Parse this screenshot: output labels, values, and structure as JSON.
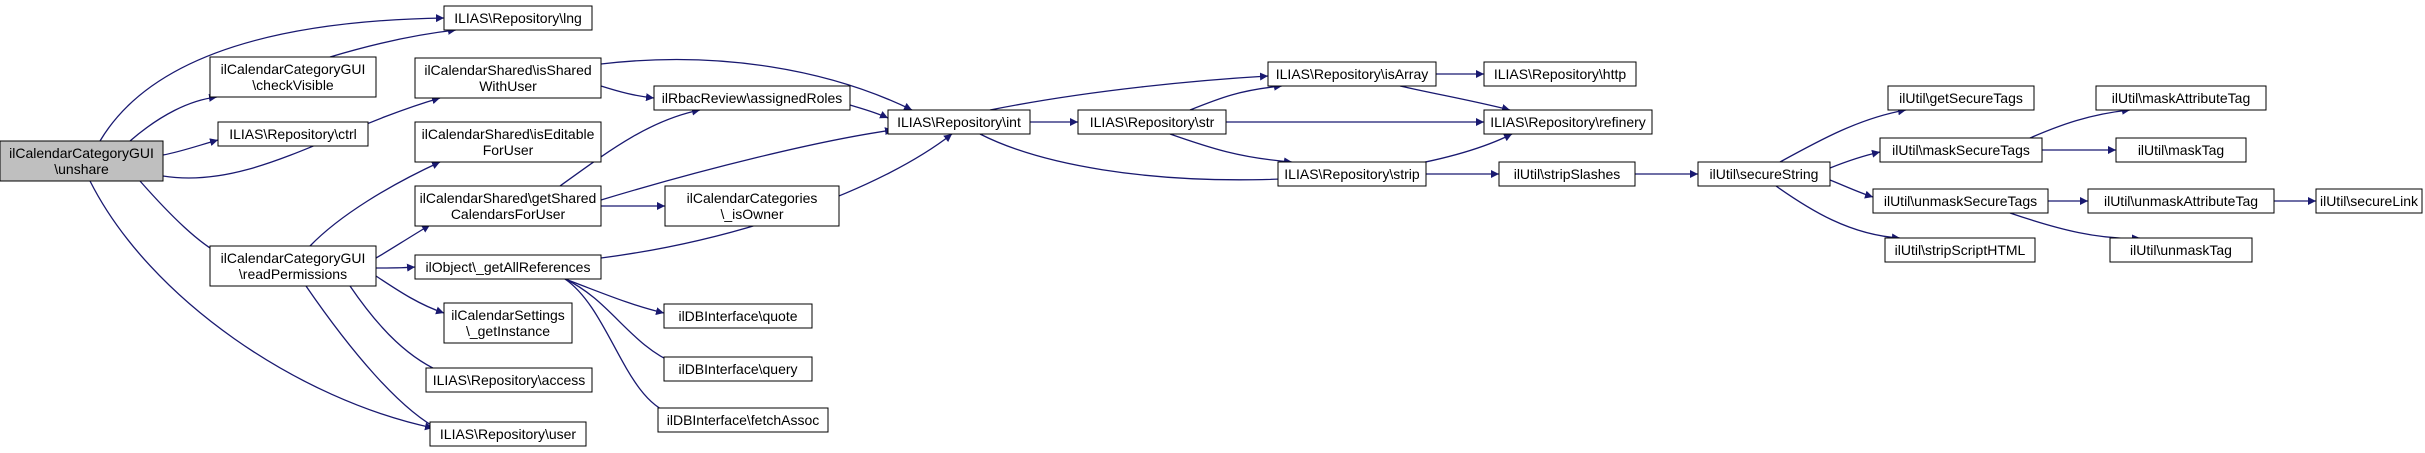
{
  "colors": {
    "edge": "#191970",
    "node_border": "#000000",
    "node_fill": "#ffffff",
    "root_fill": "#bfbfbf"
  },
  "nodes": [
    {
      "id": "unshare",
      "lines": [
        "ilCalendarCategoryGUI",
        "\\unshare"
      ],
      "root": true
    },
    {
      "id": "checkVisible",
      "lines": [
        "ilCalendarCategoryGUI",
        "\\checkVisible"
      ]
    },
    {
      "id": "repo_ctrl",
      "lines": [
        "ILIAS\\Repository\\ctrl"
      ]
    },
    {
      "id": "readPermissions",
      "lines": [
        "ilCalendarCategoryGUI",
        "\\readPermissions"
      ]
    },
    {
      "id": "repo_user",
      "lines": [
        "ILIAS\\Repository\\user"
      ]
    },
    {
      "id": "repo_lng",
      "lines": [
        "ILIAS\\Repository\\lng"
      ]
    },
    {
      "id": "isSharedWithUser",
      "lines": [
        "ilCalendarShared\\isShared",
        "WithUser"
      ]
    },
    {
      "id": "isEditableForUser",
      "lines": [
        "ilCalendarShared\\isEditable",
        "ForUser"
      ]
    },
    {
      "id": "getSharedCalendarsForUser",
      "lines": [
        "ilCalendarShared\\getShared",
        "CalendarsForUser"
      ]
    },
    {
      "id": "getAllReferences",
      "lines": [
        "ilObject\\_getAllReferences"
      ]
    },
    {
      "id": "settingsGetInstance",
      "lines": [
        "ilCalendarSettings",
        "\\_getInstance"
      ]
    },
    {
      "id": "repo_access",
      "lines": [
        "ILIAS\\Repository\\access"
      ]
    },
    {
      "id": "assignedRoles",
      "lines": [
        "ilRbacReview\\assignedRoles"
      ]
    },
    {
      "id": "isOwner",
      "lines": [
        "ilCalendarCategories",
        "\\_isOwner"
      ]
    },
    {
      "id": "dbQuote",
      "lines": [
        "ilDBInterface\\quote"
      ]
    },
    {
      "id": "dbQuery",
      "lines": [
        "ilDBInterface\\query"
      ]
    },
    {
      "id": "dbFetchAssoc",
      "lines": [
        "ilDBInterface\\fetchAssoc"
      ]
    },
    {
      "id": "repo_int",
      "lines": [
        "ILIAS\\Repository\\int"
      ]
    },
    {
      "id": "repo_str",
      "lines": [
        "ILIAS\\Repository\\str"
      ]
    },
    {
      "id": "repo_isArray",
      "lines": [
        "ILIAS\\Repository\\isArray"
      ]
    },
    {
      "id": "repo_strip",
      "lines": [
        "ILIAS\\Repository\\strip"
      ]
    },
    {
      "id": "repo_http",
      "lines": [
        "ILIAS\\Repository\\http"
      ]
    },
    {
      "id": "repo_refinery",
      "lines": [
        "ILIAS\\Repository\\refinery"
      ]
    },
    {
      "id": "stripSlashes",
      "lines": [
        "ilUtil\\stripSlashes"
      ]
    },
    {
      "id": "secureString",
      "lines": [
        "ilUtil\\secureString"
      ]
    },
    {
      "id": "getSecureTags",
      "lines": [
        "ilUtil\\getSecureTags"
      ]
    },
    {
      "id": "maskSecureTags",
      "lines": [
        "ilUtil\\maskSecureTags"
      ]
    },
    {
      "id": "unmaskSecureTags",
      "lines": [
        "ilUtil\\unmaskSecureTags"
      ]
    },
    {
      "id": "stripScriptHTML",
      "lines": [
        "ilUtil\\stripScriptHTML"
      ]
    },
    {
      "id": "maskAttributeTag",
      "lines": [
        "ilUtil\\maskAttributeTag"
      ]
    },
    {
      "id": "maskTag",
      "lines": [
        "ilUtil\\maskTag"
      ]
    },
    {
      "id": "unmaskAttributeTag",
      "lines": [
        "ilUtil\\unmaskAttributeTag"
      ]
    },
    {
      "id": "unmaskTag",
      "lines": [
        "ilUtil\\unmaskTag"
      ]
    },
    {
      "id": "secureLink",
      "lines": [
        "ilUtil\\secureLink"
      ]
    }
  ],
  "edges": [
    [
      "unshare",
      "repo_lng"
    ],
    [
      "unshare",
      "checkVisible"
    ],
    [
      "unshare",
      "repo_ctrl"
    ],
    [
      "unshare",
      "isSharedWithUser"
    ],
    [
      "unshare",
      "readPermissions"
    ],
    [
      "unshare",
      "repo_user"
    ],
    [
      "checkVisible",
      "repo_lng"
    ],
    [
      "isSharedWithUser",
      "assignedRoles"
    ],
    [
      "isSharedWithUser",
      "repo_int"
    ],
    [
      "readPermissions",
      "isEditableForUser"
    ],
    [
      "readPermissions",
      "getSharedCalendarsForUser"
    ],
    [
      "readPermissions",
      "getAllReferences"
    ],
    [
      "readPermissions",
      "settingsGetInstance"
    ],
    [
      "readPermissions",
      "repo_access"
    ],
    [
      "readPermissions",
      "repo_user"
    ],
    [
      "getSharedCalendarsForUser",
      "assignedRoles"
    ],
    [
      "getSharedCalendarsForUser",
      "repo_int"
    ],
    [
      "getSharedCalendarsForUser",
      "isOwner"
    ],
    [
      "getAllReferences",
      "repo_int"
    ],
    [
      "getAllReferences",
      "dbQuote"
    ],
    [
      "getAllReferences",
      "dbQuery"
    ],
    [
      "getAllReferences",
      "dbFetchAssoc"
    ],
    [
      "assignedRoles",
      "repo_int"
    ],
    [
      "repo_int",
      "repo_str"
    ],
    [
      "repo_int",
      "repo_isArray"
    ],
    [
      "repo_int",
      "repo_refinery"
    ],
    [
      "repo_str",
      "repo_isArray"
    ],
    [
      "repo_str",
      "repo_refinery"
    ],
    [
      "repo_str",
      "repo_strip"
    ],
    [
      "repo_isArray",
      "repo_http"
    ],
    [
      "repo_isArray",
      "repo_refinery"
    ],
    [
      "repo_strip",
      "stripSlashes"
    ],
    [
      "stripSlashes",
      "secureString"
    ],
    [
      "secureString",
      "getSecureTags"
    ],
    [
      "secureString",
      "maskSecureTags"
    ],
    [
      "secureString",
      "unmaskSecureTags"
    ],
    [
      "secureString",
      "stripScriptHTML"
    ],
    [
      "maskSecureTags",
      "maskAttributeTag"
    ],
    [
      "maskSecureTags",
      "maskTag"
    ],
    [
      "unmaskSecureTags",
      "unmaskAttributeTag"
    ],
    [
      "unmaskSecureTags",
      "unmaskTag"
    ],
    [
      "unmaskAttributeTag",
      "secureLink"
    ]
  ]
}
